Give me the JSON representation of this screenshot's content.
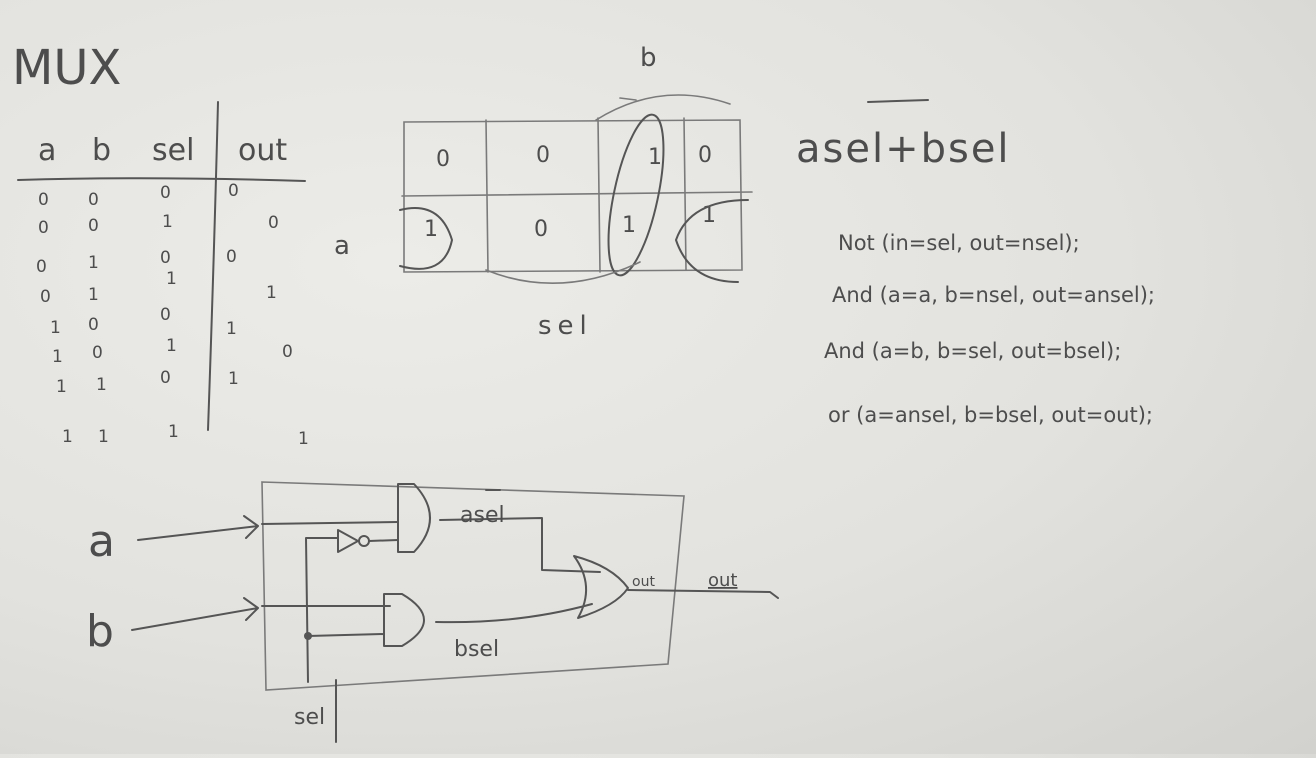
{
  "title": "MUX",
  "truth_table": {
    "headers": [
      "a",
      "b",
      "sel",
      "out"
    ],
    "rows": [
      [
        "0",
        "0",
        "0",
        "0"
      ],
      [
        "0",
        "0",
        "1",
        "0"
      ],
      [
        "0",
        "1",
        "0",
        "0"
      ],
      [
        "0",
        "1",
        "1",
        "1"
      ],
      [
        "1",
        "0",
        "0",
        "1"
      ],
      [
        "1",
        "0",
        "1",
        "0"
      ],
      [
        "1",
        "1",
        "0",
        "1"
      ],
      [
        "1",
        "1",
        "1",
        "1"
      ]
    ]
  },
  "kmap": {
    "top_label": "b",
    "row_label": "a",
    "bottom_label": "sel",
    "cells": [
      [
        "0",
        "0",
        "1",
        "0"
      ],
      [
        "1",
        "0",
        "1",
        "1"
      ]
    ]
  },
  "expression": {
    "text": "asel+bsel"
  },
  "code_lines": [
    "Not (in=sel, out=nsel);",
    "And (a=a, b=nsel, out=ansel);",
    "And (a=b, b=sel, out=bsel);",
    "or (a=ansel, b=bsel, out=out);"
  ],
  "circuit": {
    "input_a": "a",
    "input_b": "b",
    "input_sel": "sel",
    "wire_asel": "asel",
    "wire_bsel": "bsel",
    "out_inner": "out",
    "out_outer": "out"
  }
}
